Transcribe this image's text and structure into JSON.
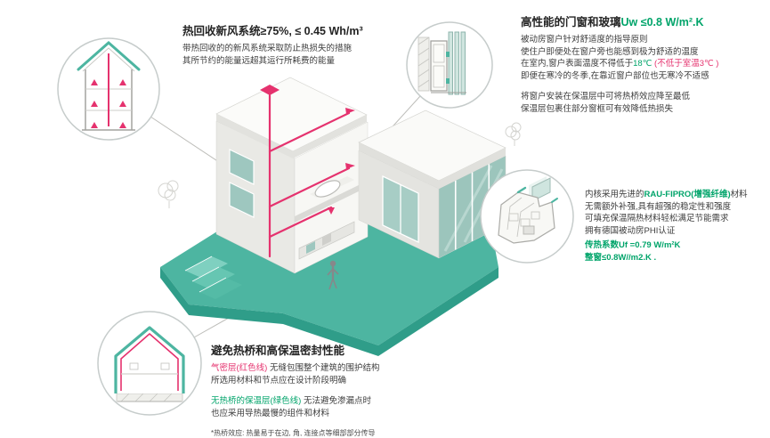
{
  "colors": {
    "teal": "#4db5a1",
    "green": "#00a46a",
    "red": "#e5326e",
    "circle_border": "#c6cccb"
  },
  "ventilation": {
    "title": "热回收新风系统≥75%, ≤ 0.45 Wh/m³",
    "body1": "带热回收的的新风系统采取防止热损失的措施",
    "body2": "其所节约的能量远超其运行所耗费的能量"
  },
  "windows": {
    "title_black": "高性能的门窗和玻璃",
    "title_green": "Uw ≤0.8 W/m².K",
    "body1": "被动房窗户针对舒适度的指导原则",
    "body2": "使住户即便处在窗户旁也能感到极为舒适的温度",
    "body3_pre": "在室内,窗户表面温度不得低于",
    "body3_temp": "18℃",
    "body3_note": " (不低于室温3℃ )",
    "body4": "即便在寒冷的冬季,在靠近窗户部位也无寒冷不适感",
    "body5": "将窗户安装在保温层中可将热桥效应降至最低",
    "body6": "保温层包裹住部分窗框可有效降低热损失"
  },
  "profile": {
    "line1_pre": "内核采用先进的",
    "line1_brand": "RAU-FIPRO(增强纤维)",
    "line1_post": "材料",
    "line2": "无需额外补强,具有超强的稳定性和强度",
    "line3": "可填充保温隔热材料轻松满足节能需求",
    "line4": "拥有德国被动房PHI认证",
    "line5": "传热系数Uf =0.79 W/m²K",
    "line6": "整窗≤0.8W//m2.K ."
  },
  "thermal": {
    "title": "避免热桥和高保温密封性能",
    "line1_red": "气密层(红色线)",
    "line1_rest": " 无缝包围整个建筑的围护结构",
    "line2": "所选用材料和节点应在设计阶段明确",
    "line3_green": "无热桥的保温层(绿色线)",
    "line3_rest": " 无法避免渗漏点时",
    "line4": "也应采用导热最慢的组件和材料",
    "footnote": "*热桥效应: 热量易于在边, 角, 连接点等细部部分传导"
  }
}
